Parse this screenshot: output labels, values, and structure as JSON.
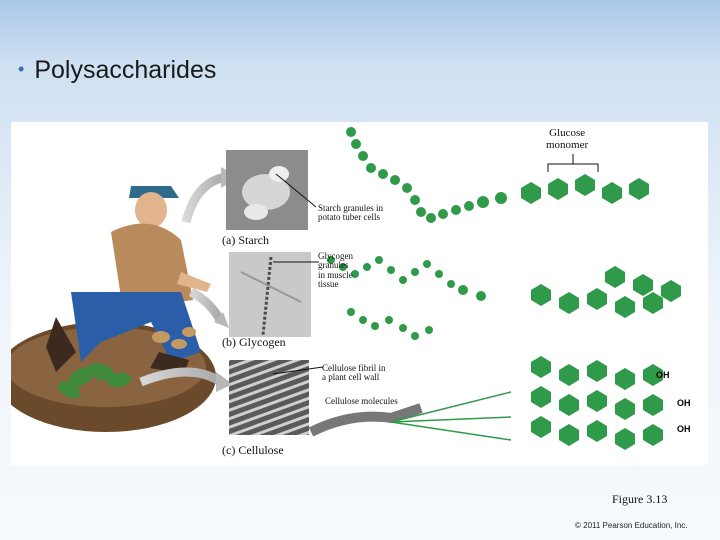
{
  "slide": {
    "bullet": "•",
    "title": "Polysaccharides",
    "figure_number": "Figure 3.13",
    "copyright": "© 2011 Pearson Education, Inc."
  },
  "figure": {
    "glucose_label": "Glucose\nmonomer",
    "starch": {
      "caption": "(a) Starch",
      "micrograph_label": "Starch granules in\npotato tuber cells"
    },
    "glycogen": {
      "caption": "(b) Glycogen",
      "micrograph_label": "Glycogen\ngranules\nin muscle\ntissue"
    },
    "cellulose": {
      "caption": "(c) Cellulose",
      "fibril_label": "Cellulose fibril in\na plant cell wall",
      "molecules_label": "Cellulose molecules",
      "oh_labels": [
        "OH",
        "OH",
        "OH"
      ]
    },
    "colors": {
      "monomer": "#2f9a4a",
      "monomer_dark": "#1e6b32",
      "arrow": "#b8b8b8"
    }
  }
}
